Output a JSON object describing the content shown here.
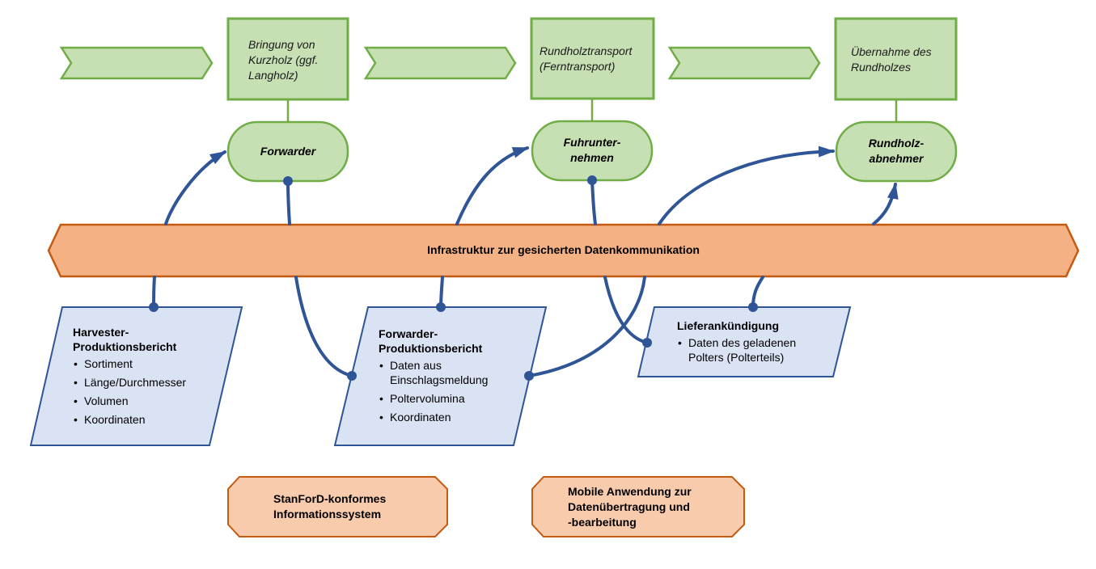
{
  "colors": {
    "green_fill": "#c6e0b4",
    "green_stroke": "#70ad47",
    "orange_fill": "#f4b183",
    "orange_stroke": "#c55a11",
    "light_orange_fill": "#f8cbad",
    "blue_fill": "#dae3f3",
    "blue_stroke": "#2f5597",
    "connector": "#2f5597"
  },
  "process_functions": [
    {
      "id": "bringung",
      "label": "Bringung von Kurzholz (ggf. Langholz)"
    },
    {
      "id": "transport",
      "label": "Rundholztransport (Ferntransport)"
    },
    {
      "id": "uebernahme",
      "label": "Übernahme des Rundholzes"
    }
  ],
  "roles": [
    {
      "id": "forwarder",
      "label": "Forwarder"
    },
    {
      "id": "fuhrunternehmen",
      "label": "Fuhrunter-nehmen",
      "lines": [
        "Fuhrunter-",
        "nehmen"
      ]
    },
    {
      "id": "abnehmer",
      "label": "Rundholz-abnehmer",
      "lines": [
        "Rundholz-",
        "abnehmer"
      ]
    }
  ],
  "infrastructure": {
    "label": "Infrastruktur zur gesicherten Datenkommunikation"
  },
  "documents": [
    {
      "id": "harvester",
      "title_lines": [
        "Harvester-",
        "Produktionsbericht"
      ],
      "items": [
        "Sortiment",
        "Länge/Durchmesser",
        "Volumen",
        "Koordinaten"
      ]
    },
    {
      "id": "forwarder_report",
      "title_lines": [
        "Forwarder-",
        "Produktionsbericht"
      ],
      "items": [
        "Daten aus Einschlagsmeldung",
        "Poltervolumina",
        "Koordinaten"
      ]
    },
    {
      "id": "lieferankuendigung",
      "title_lines": [
        "Lieferankündigung"
      ],
      "items": [
        "Daten des geladenen Polters (Polterteils)"
      ]
    }
  ],
  "systems": [
    {
      "id": "stanford",
      "lines": [
        "StanForD-konformes",
        "Informationssystem"
      ]
    },
    {
      "id": "mobile",
      "lines": [
        "Mobile Anwendung zur",
        "Datenübertragung und",
        "-bearbeitung"
      ]
    }
  ],
  "connectors": [
    {
      "from": "harvester",
      "to": "forwarder",
      "type": "arrow"
    },
    {
      "from": "forwarder",
      "to": "forwarder_report",
      "type": "link"
    },
    {
      "from": "forwarder_report",
      "to": "fuhrunternehmen",
      "type": "arrow"
    },
    {
      "from": "fuhrunternehmen",
      "to": "lieferankuendigung",
      "type": "link"
    },
    {
      "from": "forwarder_report",
      "to": "abnehmer",
      "type": "arrow"
    },
    {
      "from": "lieferankuendigung",
      "to": "abnehmer",
      "type": "arrow"
    }
  ]
}
